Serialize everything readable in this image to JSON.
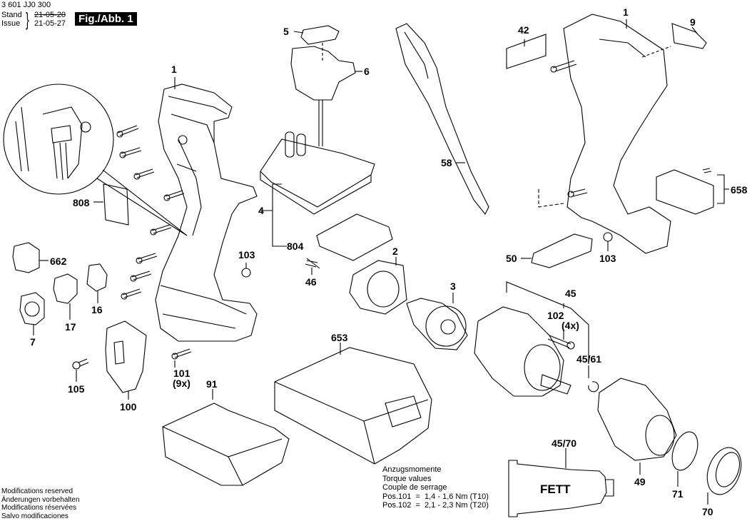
{
  "header": {
    "doc_number": "3 601 JJ0 300",
    "stand_label": "Stand",
    "issue_label": "Issue",
    "stand_date": "21-05-20",
    "issue_date": "21-05-27",
    "figure_label": "Fig./Abb. 1"
  },
  "footer": {
    "modifications": [
      "Modifications reserved",
      "Änderungen vorbehalten",
      "Modifications réservées",
      "Salvo modificaciones"
    ]
  },
  "torque": {
    "lines": [
      "Anzugsmomente",
      "Torque values",
      "Couple de serrage",
      "Pos.101  =  1,4 - 1,6 Nm (T10)",
      "Pos.102  =  2,1 - 2,3 Nm (T20)"
    ]
  },
  "grease_tube": {
    "text": "FETT"
  },
  "parts": {
    "p1_left": "1",
    "p1_right": "1",
    "p2": "2",
    "p3": "3",
    "p4": "4",
    "p5": "5",
    "p6": "6",
    "p7": "7",
    "p9": "9",
    "p16": "16",
    "p17": "17",
    "p42": "42",
    "p45": "45",
    "p45_61": "45/61",
    "p45_70": "45/70",
    "p46": "46",
    "p49": "49",
    "p50": "50",
    "p58": "58",
    "p70": "70",
    "p71": "71",
    "p91": "91",
    "p100": "100",
    "p101": "101",
    "p101_qty": "(9x)",
    "p102": "102",
    "p102_qty": "(4x)",
    "p103_left": "103",
    "p103_right": "103",
    "p105": "105",
    "p653": "653",
    "p658": "658",
    "p662": "662",
    "p804": "804",
    "p808": "808"
  }
}
